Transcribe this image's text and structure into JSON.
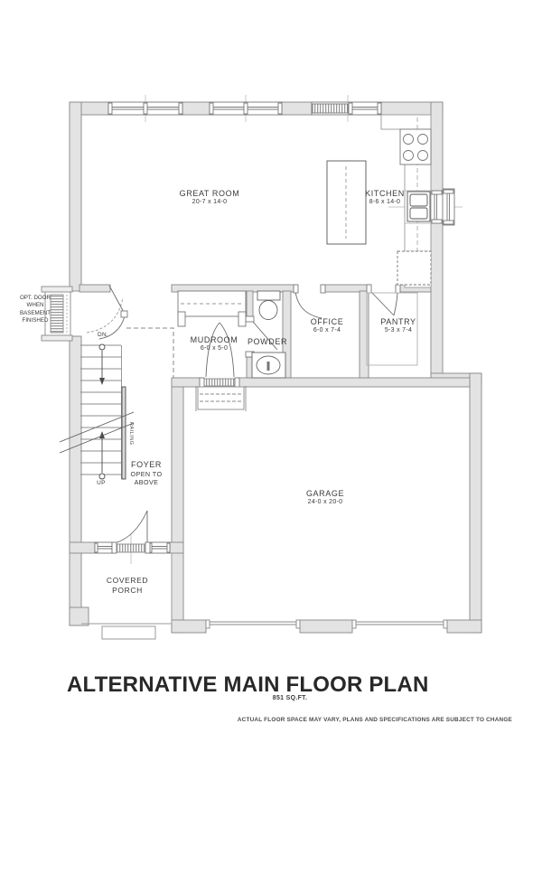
{
  "colors": {
    "wall_fill": "#e3e3e3",
    "wall_edge": "#878787",
    "line": "#666666",
    "light_line": "#c9c9c9",
    "text": "#3a3a3a",
    "title": "#282828"
  },
  "plan": {
    "rooms": {
      "great_room": {
        "name": "GREAT ROOM",
        "dims": "20-7 x 14-0"
      },
      "kitchen": {
        "name": "KITCHEN",
        "dims": "8-6 x 14-0"
      },
      "office": {
        "name": "OFFICE",
        "dims": "6-0 x 7-4"
      },
      "pantry": {
        "name": "PANTRY",
        "dims": "5-3 x 7-4"
      },
      "mudroom": {
        "name": "MUDROOM",
        "dims": "6-0 x 5-0"
      },
      "powder": {
        "name": "POWDER"
      },
      "foyer": {
        "name": "FOYER",
        "note_lines": [
          "OPEN TO",
          "ABOVE"
        ]
      },
      "garage": {
        "name": "GARAGE",
        "dims": "24-0 x 20-0"
      },
      "covered_porch": {
        "name_lines": [
          "COVERED",
          "PORCH"
        ]
      }
    },
    "annotations": {
      "opt_door_lines": [
        "OPT. DOOR",
        "WHEN",
        "BASEMENT",
        "FINISHED"
      ],
      "down": "DN.",
      "up": "UP",
      "railing": "RAILING"
    }
  },
  "title_block": {
    "title": "ALTERNATIVE MAIN FLOOR PLAN",
    "area": "851 SQ.FT.",
    "disclaimer": "ACTUAL FLOOR SPACE MAY VARY, PLANS AND SPECIFICATIONS ARE SUBJECT TO CHANGE"
  }
}
